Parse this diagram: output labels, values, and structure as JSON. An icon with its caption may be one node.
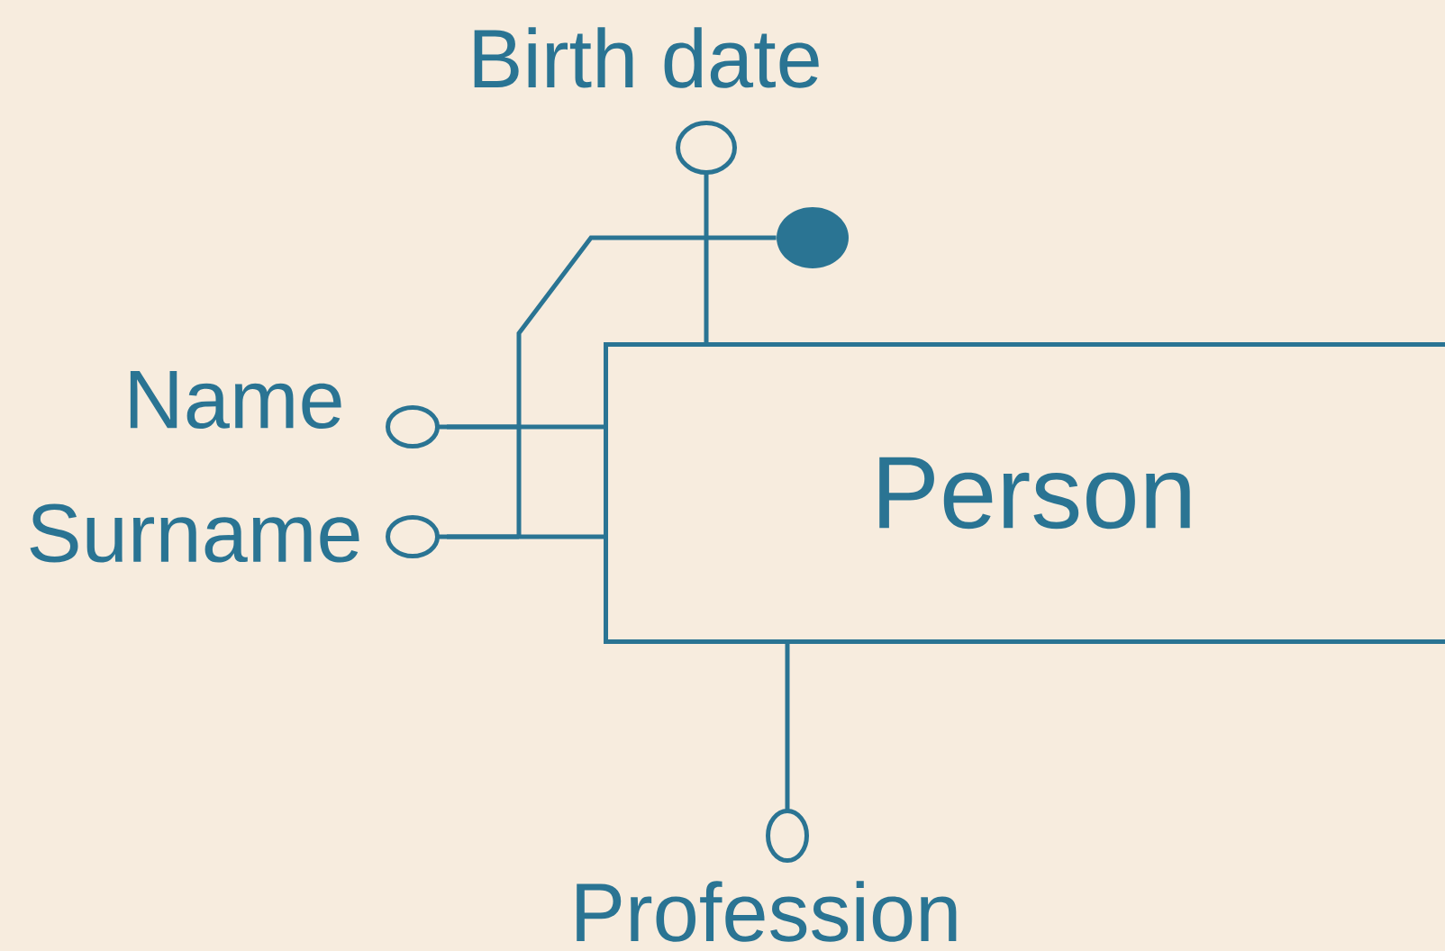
{
  "diagram": {
    "nodes": [
      {
        "text": [
          "Person"
        ]
      },
      {
        "text": [
          "Birth date"
        ]
      },
      {
        "text": [
          "Name"
        ]
      },
      {
        "text": [
          "Surname"
        ]
      },
      {
        "text": [
          "Profession"
        ]
      },
      {
        "text": [],
        "shape": "circle"
      }
    ],
    "edges": [
      {
        "from": 0,
        "to": 1,
        "arrow": "other"
      },
      {
        "from": 0,
        "to": 2,
        "arrow": "other"
      },
      {
        "from": 0,
        "to": 3,
        "arrow": "other"
      },
      {
        "from": 0,
        "to": 4,
        "arrow": "other"
      },
      {
        "from": 5,
        "to": 2,
        "arrow": "none"
      },
      {
        "from": 5,
        "to": 3,
        "arrow": "none"
      }
    ]
  }
}
